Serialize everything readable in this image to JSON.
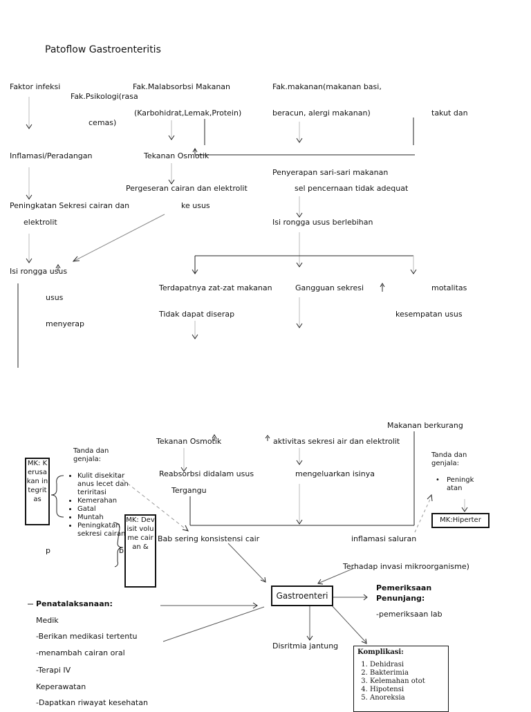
{
  "title": "Patoflow Gastroenteritis",
  "top": {
    "faktor_infeksi": "Faktor infeksi",
    "fak_psikologi_1": "Fak.Psikologi(rasa",
    "fak_psikologi_2": "cemas)",
    "fak_malabsorbsi_1": "Fak.Malabsorbsi Makanan",
    "fak_malabsorbsi_2": "(Karbohidrat,Lemak,Protein)",
    "fak_makanan_1": "Fak.makanan(makanan basi,",
    "fak_makanan_2": "beracun, alergi makanan)",
    "takut_dan": "takut dan",
    "inflamasi": "Inflamasi/Peradangan",
    "tekanan_osmotik": "Tekanan Osmotik",
    "penyerapan_1": "Penyerapan sari-sari makanan",
    "penyerapan_2": "sel pencernaan tidak adequat",
    "pergeseran_1": "Pergeseran cairan dan elektrolit",
    "pergeseran_2": "ke usus",
    "peningkatan_1": "Peningkatan Sekresi cairan dan",
    "peningkatan_2": "elektrolit",
    "isi_rongga_berlebihan": "Isi rongga usus berlebihan",
    "isi_rongga_usus": "Isi rongga usus",
    "usus": "usus",
    "menyerap": "menyerap",
    "terdapatnya": "Terdapatnya zat-zat makanan",
    "tidak_dapat": "Tidak dapat diserap",
    "gangguan_sekresi": "Gangguan sekresi",
    "motalitas": "motalitas",
    "kesempatan": "kesempatan usus"
  },
  "bottom": {
    "makanan_berkurang": "Makanan berkurang",
    "tekanan_osmotik": "Tekanan Osmotik",
    "aktivitas": "aktivitas sekresi air dan elektrolit",
    "reabsorbsi": "Reabsorbsi didalam usus",
    "mengeluarkan": "mengeluarkan isinya",
    "tergangu": "Tergangu",
    "bab": "Bab sering konsistensi cair",
    "inflamasi_saluran": "inflamasi saluran",
    "terhadap": "Terhadap invasi mikroorganisme)",
    "gastroenteri": "Gastroenteri",
    "disritmia": "Disritmia jantung",
    "tanda_left": "Tanda dan genjala:",
    "tanda_right": "Tanda dan genjala:",
    "mk_kerusakan": "MK: Kerusakan integritas",
    "mk_defisit": "MK: Devisit volume cairan &",
    "mk_hiperter": "MK:Hiperter",
    "peningkatan_right": "Peningkatan",
    "stray_p": "p",
    "stray_b": "b",
    "symptoms": [
      "Kulit disekitar anus lecet dan teriritasi",
      "Kemerahan",
      "Gatal",
      "Muntah",
      "Peningkatan sekresi cairan"
    ],
    "pemeriksaan_title": "Pemeriksaan Penunjang:",
    "pemeriksaan_item": "-pemeriksaan lab",
    "penatalaksanaan": {
      "title": "Penatalaksanaan:",
      "medik": "Medik",
      "items_medik": [
        "-Berikan medikasi tertentu",
        "-menambah cairan oral",
        "-Terapi IV"
      ],
      "keperawatan": "Keperawatan",
      "items_kep": [
        "-Dapatkan riwayat kesehatan"
      ]
    },
    "komplikasi": {
      "title": "Komplikasi:",
      "items": [
        "Dehidrasi",
        "Bakterimia",
        "Kelemahan otot",
        "Hipotensi",
        "Anoreksia"
      ]
    }
  }
}
